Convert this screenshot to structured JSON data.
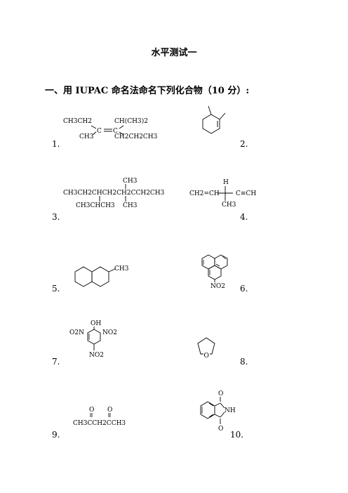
{
  "title": "水平测试一",
  "section_heading": "一、用 IUPAC 命名法命名下列化合物（10 分）:",
  "items": [
    {
      "number": "1.",
      "formula_lines": [
        "CH3CH2",
        "CH(CH3)2",
        "CH3",
        "CH2CH2CH3"
      ]
    },
    {
      "number": "2."
    },
    {
      "number": "3.",
      "formula_lines": [
        "CH3",
        "CH3CH2CHCH2CH2CCH2CH3",
        "CH3CHCH3",
        "CH3"
      ]
    },
    {
      "number": "4.",
      "formula_lines": [
        "H",
        "CH2=CH",
        "C≡CH",
        "CH3"
      ]
    },
    {
      "number": "5.",
      "formula_lines": [
        "CH3"
      ]
    },
    {
      "number": "6.",
      "formula_lines": [
        "NO2"
      ]
    },
    {
      "number": "7.",
      "formula_lines": [
        "OH",
        "O2N",
        "NO2",
        "NO2"
      ]
    },
    {
      "number": "8.",
      "formula_lines": [
        "O"
      ]
    },
    {
      "number": "9.",
      "formula_lines": [
        "O",
        "O",
        "CH3CCH2CCH3"
      ]
    },
    {
      "number": "10.",
      "formula_lines": [
        "O",
        "NH",
        "O"
      ]
    }
  ]
}
